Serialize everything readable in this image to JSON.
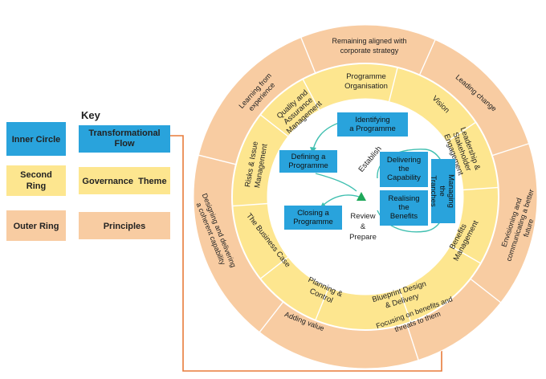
{
  "colors": {
    "inner": "#29a3dc",
    "ring2": "#fde68f",
    "outer": "#f8cca2",
    "connector": "#e87b3a",
    "arc": "#3fbfb0",
    "triangle": "#1ea85a",
    "border": "#ffffff"
  },
  "key": {
    "title": "Key",
    "items": [
      {
        "label": "Inner Circle",
        "description": "Transformational Flow",
        "color": "#29a3dc"
      },
      {
        "label": "Second Ring",
        "description": "Governance  Theme",
        "color": "#fde68f"
      },
      {
        "label": "Outer Ring",
        "description": "Principles",
        "color": "#f8cca2"
      }
    ]
  },
  "outer_ring": [
    "Remaining aligned with corporate strategy",
    "Leading change",
    "Envisioning and communicating a better future",
    "Focusing on benefits and threats to them",
    "Adding value",
    "Designing and delivering a coherent capability",
    "Learning from experience"
  ],
  "second_ring": [
    "Programme Organisation",
    "Vision",
    "Leadership & Stakeholder Engagement",
    "Benefits Management",
    "Blueprint Design & Delivery",
    "Planning & Control",
    "The Business Case",
    "Risks & Issue Management",
    "Quality and Assurance Management"
  ],
  "inner_circle": {
    "identifying": "Identifying a Programme",
    "defining": "Defining a Programme",
    "establish": "Establish",
    "delivering": "Delivering the Capability",
    "realising": "Realising the Benefits",
    "managing": "Managing the Tranches",
    "closing": "Closing a Programme",
    "review": "Review & Prepare"
  }
}
